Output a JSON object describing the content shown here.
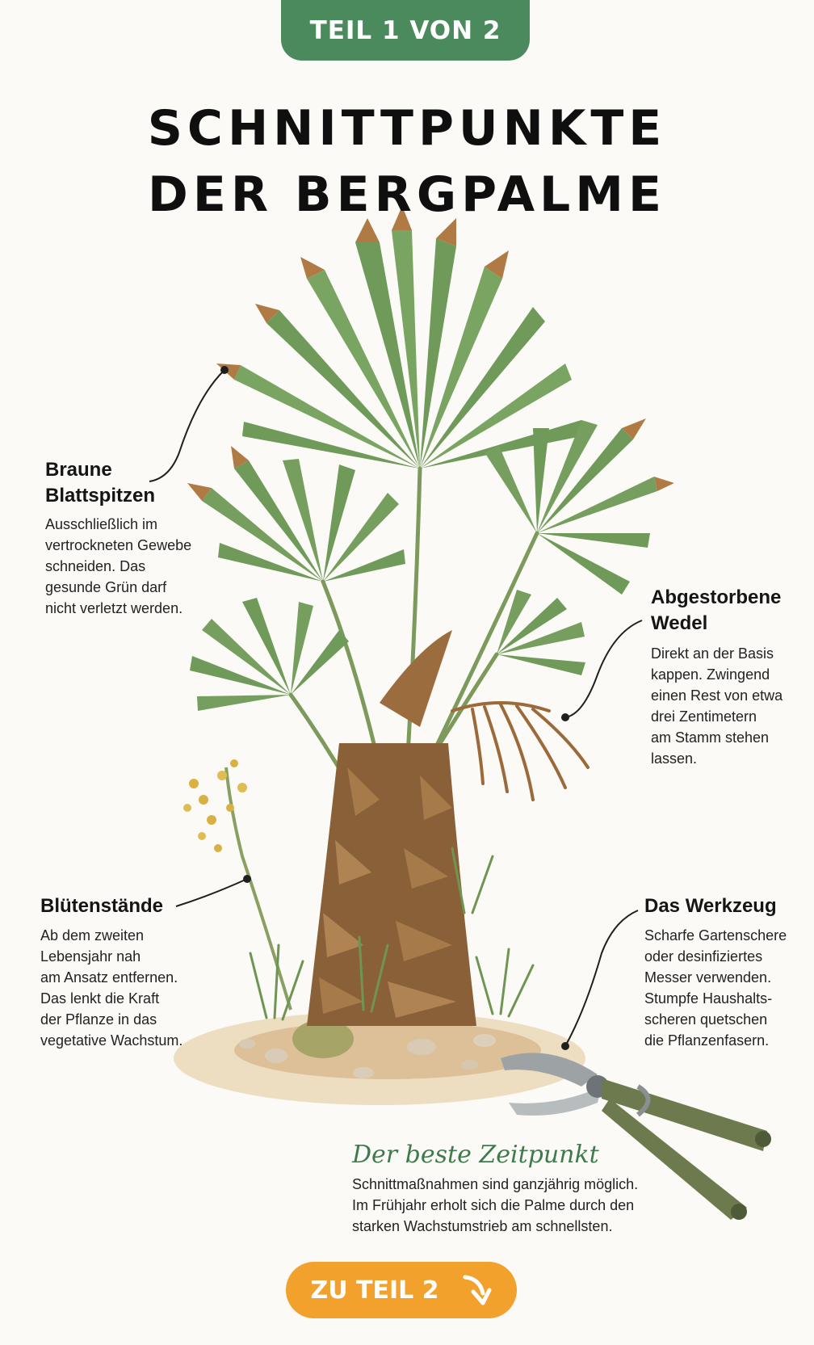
{
  "badge": {
    "label": "TEIL 1 VON 2"
  },
  "title": {
    "line1": "SCHNITTPUNKTE",
    "line2": "DER BERGPALME"
  },
  "callouts": {
    "tips": {
      "heading_line1": "Braune",
      "heading_line2": "Blattspitzen",
      "body": [
        "Ausschließlich im",
        "vertrockneten Gewebe",
        "schneiden. Das",
        "gesunde Grün darf",
        "nicht verletzt werden."
      ]
    },
    "fronds": {
      "heading_line1": "Abgestorbene",
      "heading_line2": "Wedel",
      "body": [
        "Direkt an der Basis",
        "kappen. Zwingend",
        "einen Rest von etwa",
        "drei Zentimetern",
        "am Stamm stehen",
        "lassen."
      ]
    },
    "flowers": {
      "heading": "Blütenstände",
      "body": [
        "Ab dem zweiten",
        "Lebensjahr nah",
        "am Ansatz entfernen.",
        "Das lenkt die Kraft",
        "der Pflanze in das",
        "vegetative Wachstum."
      ]
    },
    "tool": {
      "heading": "Das Werkzeug",
      "body": [
        "Scharfe Gartenschere",
        "oder desinfiziertes",
        "Messer verwenden.",
        "Stumpfe Haushalts-",
        "scheren quetschen",
        "die Pflanzenfasern."
      ]
    }
  },
  "timing": {
    "title": "Der beste Zeitpunkt",
    "body": [
      "Schnittmaßnahmen sind ganzjährig möglich.",
      "Im Frühjahr erholt sich die Palme durch den",
      "starken Wachstumstrieb am schnellsten."
    ]
  },
  "next_button": {
    "label": "ZU TEIL 2",
    "icon": "arrow-down-right-icon"
  },
  "colors": {
    "badge": "#4a8a5c",
    "button": "#f2a12c",
    "timing_title": "#3f7a4d",
    "frond_green": "#6f9a5a",
    "frond_brown": "#b07a44",
    "trunk": "#8a6038"
  }
}
